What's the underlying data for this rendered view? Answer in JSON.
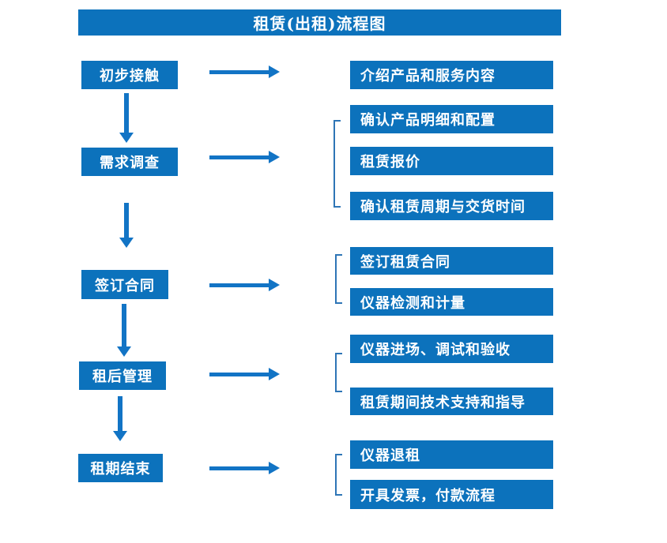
{
  "title": "租赁(出租)流程图",
  "colors": {
    "box_fill": "#0c72bc",
    "arrow": "#1274c5",
    "bracket": "#2e75b6",
    "text": "#ffffff",
    "background": "#ffffff"
  },
  "flow": {
    "stages": [
      {
        "label": "初步接触",
        "outputs": [
          "介绍产品和服务内容"
        ]
      },
      {
        "label": "需求调查",
        "outputs": [
          "确认产品明细和配置",
          "租赁报价",
          "确认租赁周期与交货时间"
        ]
      },
      {
        "label": "签订合同",
        "outputs": [
          "签订租赁合同",
          "仪器检测和计量"
        ]
      },
      {
        "label": "租后管理",
        "outputs": [
          "仪器进场、调试和验收",
          "租赁期间技术支持和指导"
        ]
      },
      {
        "label": "租期结束",
        "outputs": [
          "仪器退租",
          "开具发票，付款流程"
        ]
      }
    ]
  }
}
